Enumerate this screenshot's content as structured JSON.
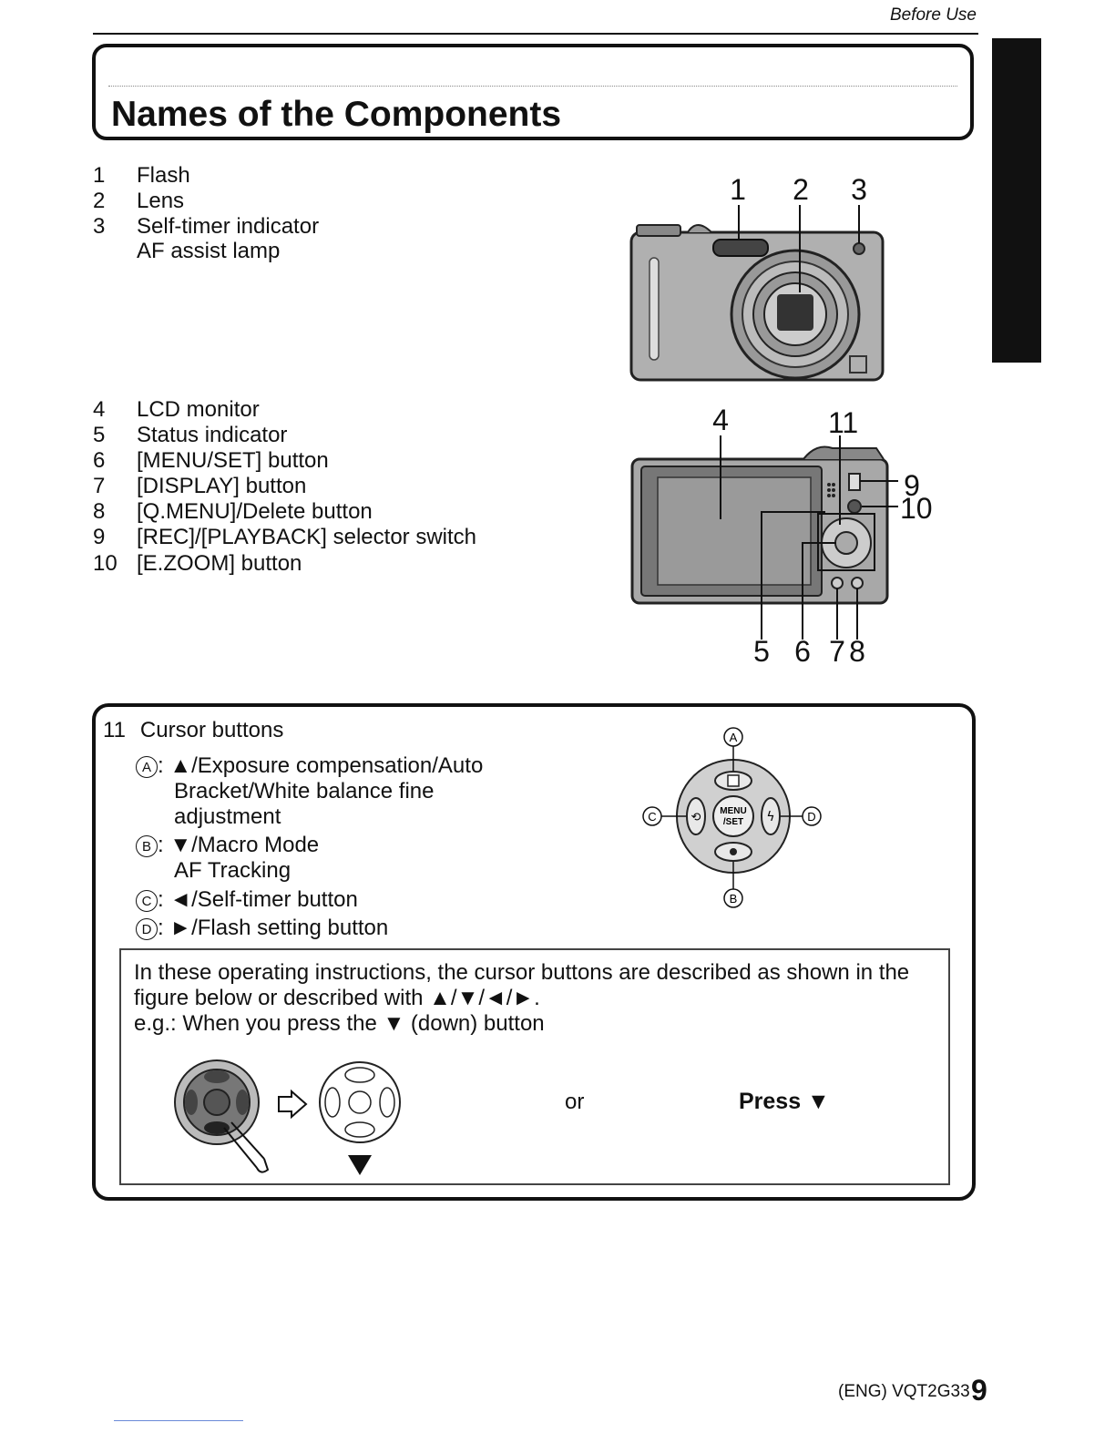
{
  "header": {
    "section": "Before Use"
  },
  "title": "Names of the Components",
  "front_items": [
    {
      "num": "1",
      "label": "Flash"
    },
    {
      "num": "2",
      "label": "Lens"
    },
    {
      "num": "3",
      "label": "Self-timer indicator"
    },
    {
      "num": "",
      "label": "AF assist lamp"
    }
  ],
  "back_items": [
    {
      "num": "4",
      "label": "LCD monitor"
    },
    {
      "num": "5",
      "label": "Status indicator"
    },
    {
      "num": "6",
      "label": "[MENU/SET] button"
    },
    {
      "num": "7",
      "label": "[DISPLAY] button"
    },
    {
      "num": "8",
      "label": "[Q.MENU]/Delete button"
    },
    {
      "num": "9",
      "label": "[REC]/[PLAYBACK] selector switch"
    },
    {
      "num": "10",
      "label": "[E.ZOOM] button"
    }
  ],
  "front_callouts": [
    "1",
    "2",
    "3"
  ],
  "back_callouts": {
    "top": [
      "4",
      "11"
    ],
    "right": [
      "9",
      "10"
    ],
    "bottom": [
      "5",
      "6",
      "7",
      "8"
    ]
  },
  "cursor": {
    "num": "11",
    "heading": "Cursor buttons",
    "a": {
      "letter": "A",
      "lines": [
        "▲/Exposure compensation/Auto",
        "Bracket/White balance fine",
        "adjustment"
      ]
    },
    "b": {
      "letter": "B",
      "lines": [
        "▼/Macro Mode",
        "AF Tracking"
      ]
    },
    "c": {
      "letter": "C",
      "lines": [
        "◄/Self-timer button"
      ]
    },
    "d": {
      "letter": "D",
      "lines": [
        "►/Flash setting button"
      ]
    },
    "pad_labels": {
      "menu": "MENU",
      "set": "/SET"
    }
  },
  "note": {
    "lines": [
      "In these operating instructions, the cursor buttons are described as shown in the",
      "figure below or described with ▲/▼/◄/►.",
      "e.g.: When you press the ▼ (down) button"
    ],
    "or": "or",
    "press": "Press ▼"
  },
  "footer": {
    "code": "(ENG) VQT2G33",
    "page": "9"
  }
}
